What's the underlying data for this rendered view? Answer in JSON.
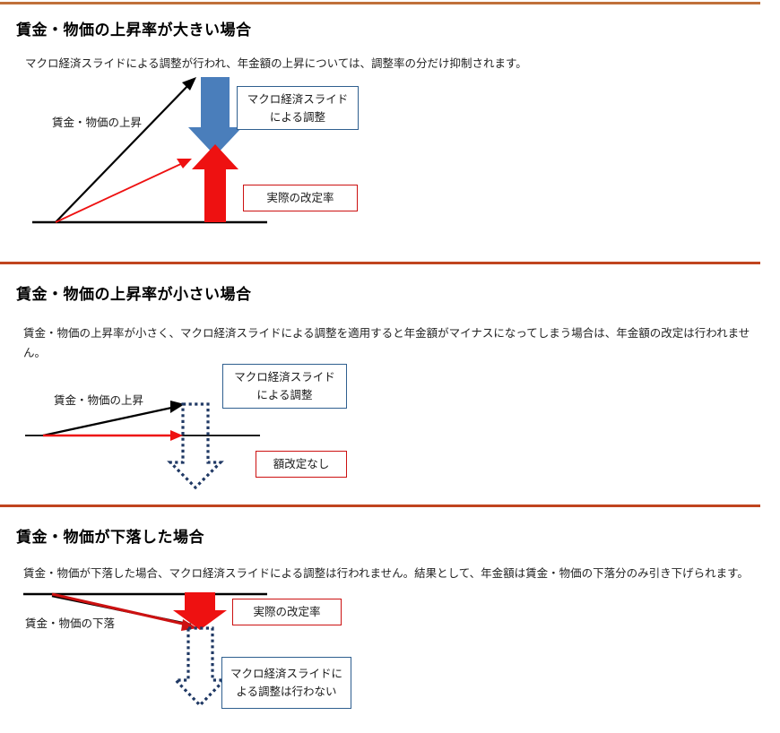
{
  "colors": {
    "top_rule": "#c0703a",
    "section_rule": "#c0441f",
    "blue_arrow": "#4a7ebb",
    "red_arrow": "#ee1111",
    "blue_box_border": "#2f5f8f",
    "red_box_border": "#cc1111",
    "dotted_arrow": "#1f3864",
    "black_line": "#000000"
  },
  "sections": [
    {
      "heading": "賃金・物価の上昇率が大きい場合",
      "paragraph": "マクロ経済スライドによる調整が行われ、年金額の上昇については、調整率の分だけ抑制されます。",
      "diagram": {
        "axis_label": "賃金・物価の上昇",
        "callouts": [
          {
            "lines": [
              "マクロ経済スライド",
              "による調整"
            ],
            "style": "blue"
          },
          {
            "lines": [
              "実際の改定率"
            ],
            "style": "red"
          }
        ]
      }
    },
    {
      "heading": "賃金・物価の上昇率が小さい場合",
      "paragraph": "賃金・物価の上昇率が小さく、マクロ経済スライドによる調整を適用すると年金額がマイナスになってしまう場合は、年金額の改定は行われません。",
      "diagram": {
        "axis_label": "賃金・物価の上昇",
        "callouts": [
          {
            "lines": [
              "マクロ経済スライド",
              "による調整"
            ],
            "style": "blue"
          },
          {
            "lines": [
              "額改定なし"
            ],
            "style": "red"
          }
        ]
      }
    },
    {
      "heading": "賃金・物価が下落した場合",
      "paragraph": "賃金・物価が下落した場合、マクロ経済スライドによる調整は行われません。結果として、年金額は賃金・物価の下落分のみ引き下げられます。",
      "diagram": {
        "axis_label": "賃金・物価の下落",
        "callouts": [
          {
            "lines": [
              "実際の改定率"
            ],
            "style": "red"
          },
          {
            "lines": [
              "マクロ経済スライドに",
              "よる調整は行わない"
            ],
            "style": "blue"
          }
        ]
      }
    }
  ]
}
